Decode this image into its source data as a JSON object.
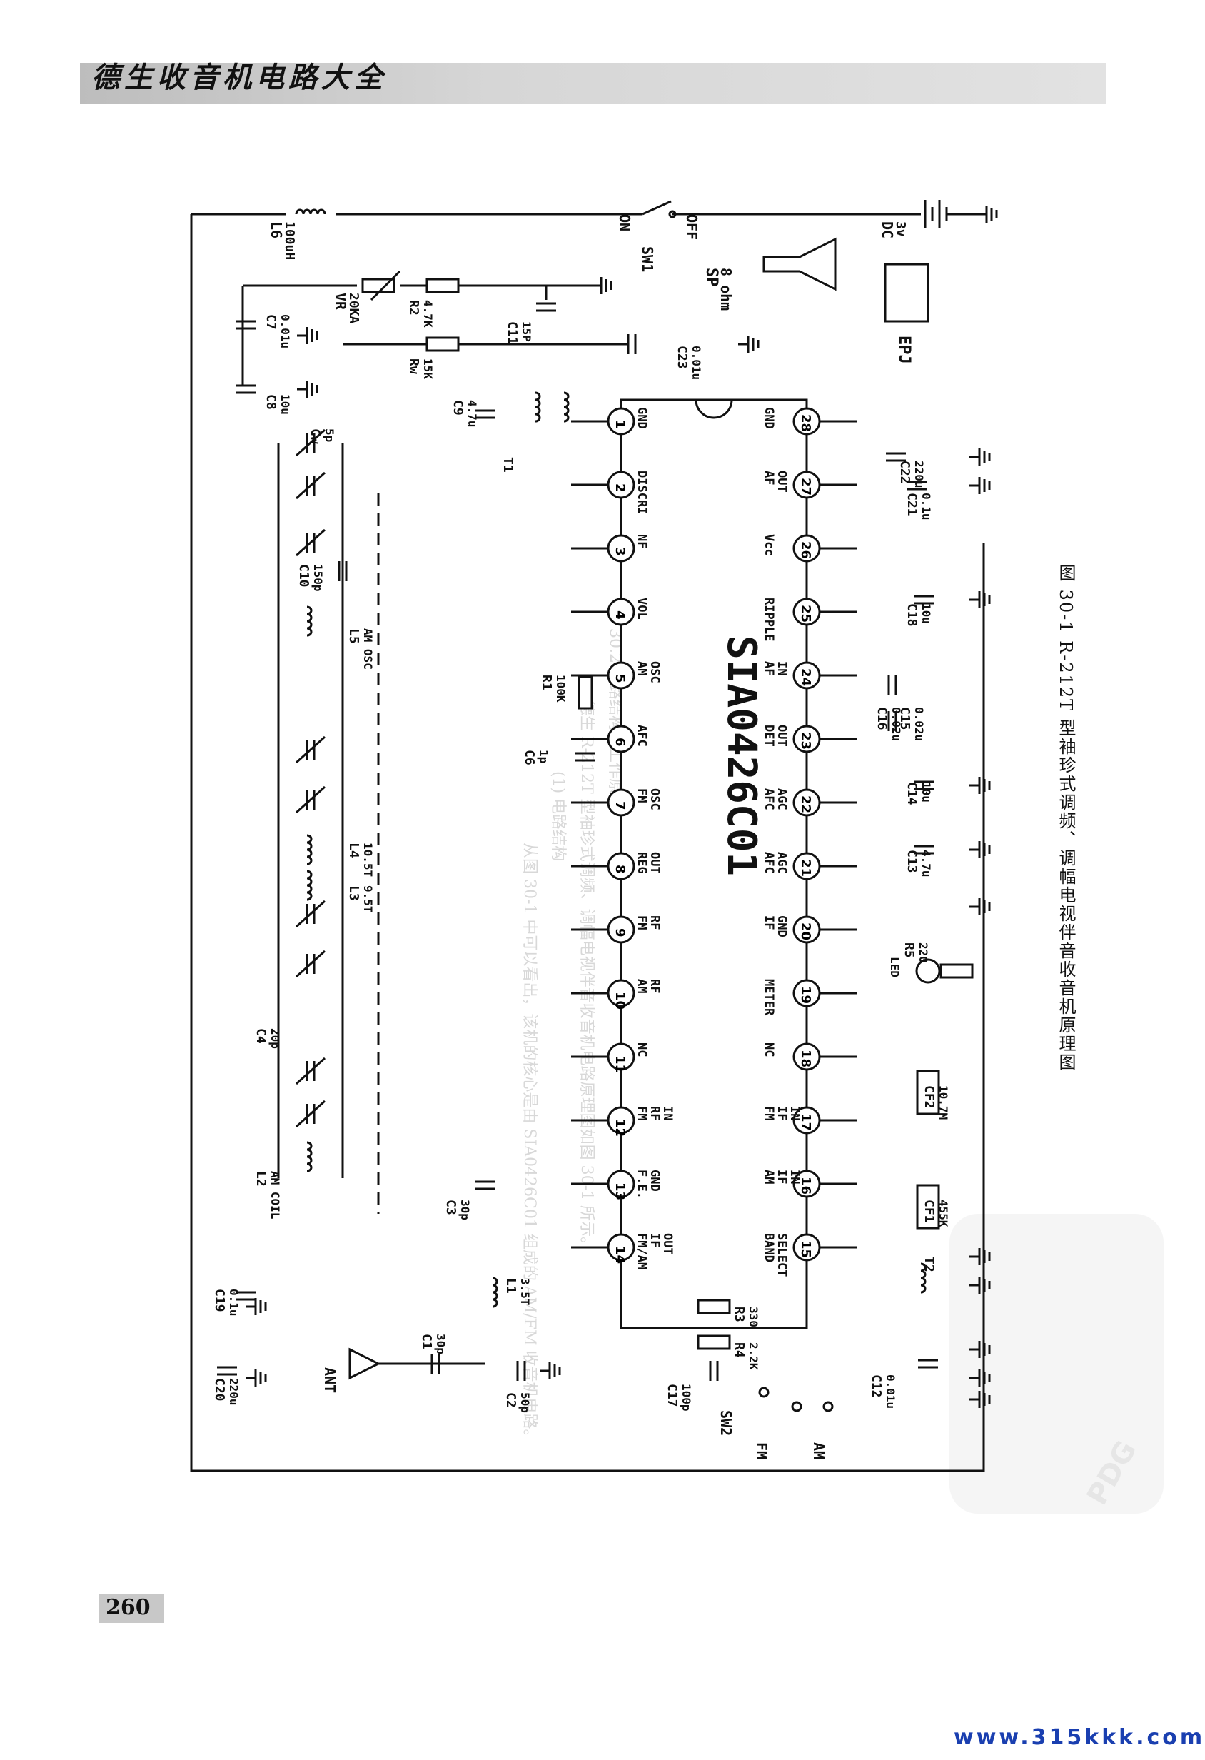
{
  "header": {
    "title": "德生收音机电路大全"
  },
  "page": {
    "number": "260"
  },
  "watermark": {
    "text": "www.315kkk.com"
  },
  "stamp": {
    "text": "PDG"
  },
  "caption": {
    "text": "图 30-1   R-212T 型袖珍式调频、调幅电视伴音收音机原理图"
  },
  "faint_bleed_text": [
    "30.2   电路结构及工作原理",
    "德生 R-212T 型袖珍式调频、调幅电视伴音收音机电路原理图如图 30-1 所示。",
    "(1) 电路结构",
    "从图 30-1 中可以看出，该机的核心是由 SIA0426C01 组成的 AM/FM 收音机电路。"
  ],
  "ic": {
    "label": "SIA0426C01",
    "pins_left": [
      {
        "n": "1",
        "label": "GND"
      },
      {
        "n": "2",
        "label": "DISCRI"
      },
      {
        "n": "3",
        "label": "NF"
      },
      {
        "n": "4",
        "label": "VOL"
      },
      {
        "n": "5",
        "label": "AM OSC"
      },
      {
        "n": "6",
        "label": "AFC"
      },
      {
        "n": "7",
        "label": "FM OSC"
      },
      {
        "n": "8",
        "label": "REG OUT"
      },
      {
        "n": "9",
        "label": "FM RF"
      },
      {
        "n": "10",
        "label": "AM RF"
      },
      {
        "n": "11",
        "label": "NC"
      },
      {
        "n": "12",
        "label": "FM RF IN"
      },
      {
        "n": "13",
        "label": "F.E. GND"
      },
      {
        "n": "14",
        "label": "FM/AM IF OUT"
      }
    ],
    "pins_right": [
      {
        "n": "28",
        "label": "GND"
      },
      {
        "n": "27",
        "label": "AF OUT"
      },
      {
        "n": "26",
        "label": "Vcc"
      },
      {
        "n": "25",
        "label": "RIPPLE"
      },
      {
        "n": "24",
        "label": "AF IN"
      },
      {
        "n": "23",
        "label": "DET OUT"
      },
      {
        "n": "22",
        "label": "AFC AGC"
      },
      {
        "n": "21",
        "label": "AFC AGC"
      },
      {
        "n": "20",
        "label": "IF GND"
      },
      {
        "n": "19",
        "label": "METER"
      },
      {
        "n": "18",
        "label": "NC"
      },
      {
        "n": "17",
        "label": "FM IF IN"
      },
      {
        "n": "16",
        "label": "AM IF IN"
      },
      {
        "n": "15",
        "label": "BAND SELECT"
      }
    ]
  },
  "components": {
    "L6": {
      "name": "L6",
      "value": "100uH"
    },
    "VR": {
      "name": "VR",
      "value": "20KA"
    },
    "SW1": {
      "name": "SW1",
      "on": "ON",
      "off": "OFF"
    },
    "DC": {
      "name": "DC",
      "value": "3v"
    },
    "SP": {
      "name": "SP",
      "value": "8 ohm"
    },
    "EPJ": {
      "name": "EPJ"
    },
    "C7": {
      "name": "C7",
      "value": "0.01u"
    },
    "R2": {
      "name": "R2",
      "value": "4.7K"
    },
    "C11": {
      "name": "C11",
      "value": "15P"
    },
    "RW": {
      "name": "Rw",
      "value": "15K"
    },
    "C23": {
      "name": "C23",
      "value": "0.01u"
    },
    "C8": {
      "name": "C8",
      "value": "10u"
    },
    "CW": {
      "name": "Cw",
      "value": "5p"
    },
    "C9": {
      "name": "C9",
      "value": "4.7u"
    },
    "T1": {
      "name": "T1"
    },
    "C22": {
      "name": "C22",
      "value": "220u"
    },
    "C21": {
      "name": "C21",
      "value": "0.1u"
    },
    "C10": {
      "name": "C10",
      "value": "150p"
    },
    "L5": {
      "name": "L5",
      "value": "AM OSC"
    },
    "C18": {
      "name": "C18",
      "value": "10u"
    },
    "R1": {
      "name": "R1",
      "value": "100K"
    },
    "C6": {
      "name": "C6",
      "value": "1p"
    },
    "C16": {
      "name": "C16",
      "value": "0.02u"
    },
    "C15": {
      "name": "C15",
      "value": "0.02u"
    },
    "L4": {
      "name": "L4",
      "value": "10.5T"
    },
    "C14": {
      "name": "C14",
      "value": "10u"
    },
    "C13": {
      "name": "C13",
      "value": "4.7u"
    },
    "L3": {
      "name": "L3",
      "value": "9.5T"
    },
    "R5": {
      "name": "R5",
      "value": "220"
    },
    "LED": {
      "name": "LED"
    },
    "C4": {
      "name": "C4",
      "value": "20p"
    },
    "CF2": {
      "name": "CF2",
      "value": "10.7M"
    },
    "L2": {
      "name": "L2",
      "value": "AM COIL"
    },
    "CF1": {
      "name": "CF1",
      "value": "455K"
    },
    "C3": {
      "name": "C3",
      "value": "30p"
    },
    "T2": {
      "name": "T2"
    },
    "C19": {
      "name": "C19",
      "value": "0.1u"
    },
    "L1": {
      "name": "L1",
      "value": "3.5T"
    },
    "R3": {
      "name": "R3",
      "value": "330"
    },
    "R4": {
      "name": "R4",
      "value": "2.2K"
    },
    "C20": {
      "name": "C20",
      "value": "220u"
    },
    "ANT": {
      "name": "ANT"
    },
    "C1": {
      "name": "C1",
      "value": "30p"
    },
    "C2": {
      "name": "C2",
      "value": "50p"
    },
    "C17": {
      "name": "C17",
      "value": "100p"
    },
    "SW2": {
      "name": "SW2"
    },
    "FM": {
      "name": "FM"
    },
    "AM": {
      "name": "AM"
    },
    "C12": {
      "name": "C12",
      "value": "0.01u"
    }
  }
}
